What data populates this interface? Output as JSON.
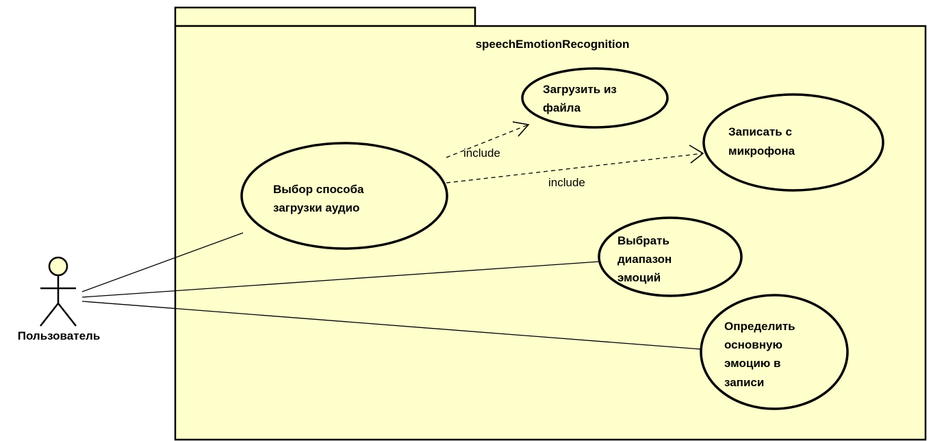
{
  "package": {
    "title": "speechEmotionRecognition",
    "fill": "#ffffcc"
  },
  "actor": {
    "name": "Пользователь"
  },
  "use_cases": {
    "choose_audio": [
      "Выбор способа",
      "загрузки аудио"
    ],
    "load_file": [
      "Загрузить из",
      "файла"
    ],
    "record_mic": [
      "Записать с",
      "микрофона"
    ],
    "choose_range": [
      "Выбрать",
      "диапазон",
      "эмоций"
    ],
    "detect_emotion": [
      "Определить",
      "основную",
      "эмоцию в",
      "записи"
    ]
  },
  "relations": {
    "include_file": "include",
    "include_mic": "include"
  }
}
